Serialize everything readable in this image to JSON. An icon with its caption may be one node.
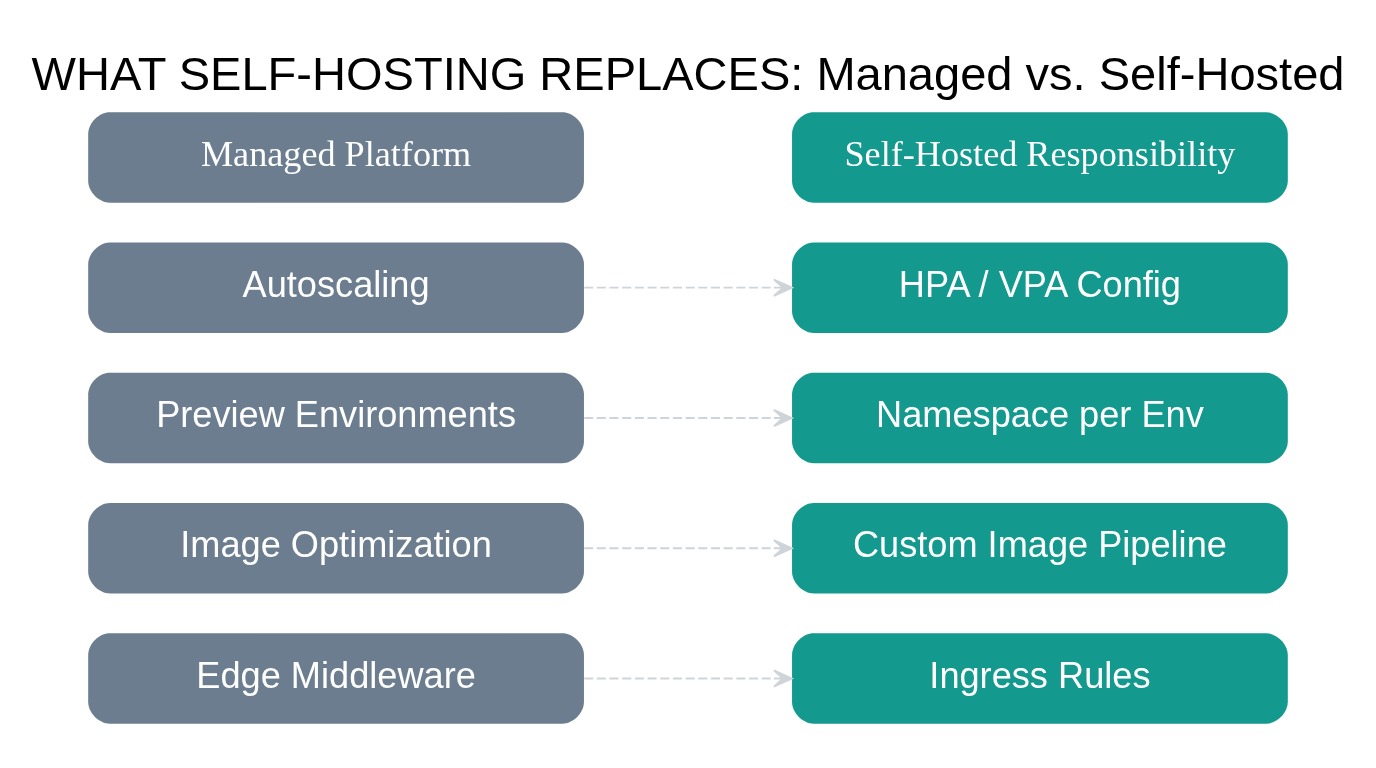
{
  "diagram": {
    "title": "WHAT SELF-HOSTING REPLACES: Managed vs. Self-Hosted",
    "nodes": [
      {
        "text": [
          "Managed Platform"
        ]
      },
      {
        "text": [
          "Self-Hosted Responsibility"
        ]
      },
      {
        "text": [
          "Autoscaling"
        ]
      },
      {
        "text": [
          "HPA / VPA Config"
        ]
      },
      {
        "text": [
          "Preview Environments"
        ]
      },
      {
        "text": [
          "Namespace per Env"
        ]
      },
      {
        "text": [
          "Image Optimization"
        ]
      },
      {
        "text": [
          "Custom Image Pipeline"
        ]
      },
      {
        "text": [
          "Edge Middleware"
        ]
      },
      {
        "text": [
          "Ingress Rules"
        ]
      }
    ],
    "edges": [
      {
        "from": 2,
        "to": 3,
        "arrow": "to",
        "style": "dashed"
      },
      {
        "from": 4,
        "to": 5,
        "arrow": "to",
        "style": "dashed"
      },
      {
        "from": 6,
        "to": 7,
        "arrow": "to",
        "style": "dashed"
      },
      {
        "from": 8,
        "to": 9,
        "arrow": "to",
        "style": "dashed"
      }
    ]
  }
}
